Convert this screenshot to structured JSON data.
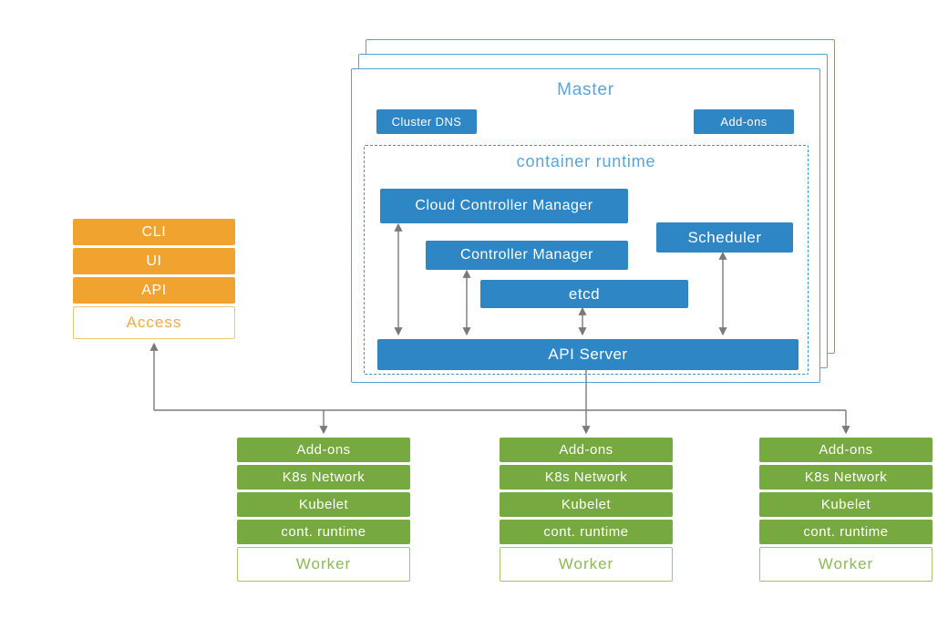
{
  "diagram": {
    "master": {
      "title": "Master",
      "cluster_dns_label": "Cluster DNS",
      "addons_label": "Add-ons",
      "container_runtime": {
        "title": "container runtime",
        "cloud_controller_manager": "Cloud Controller Manager",
        "controller_manager": "Controller Manager",
        "scheduler": "Scheduler",
        "etcd": "etcd",
        "api_server": "API Server"
      }
    },
    "access_stack": {
      "items": [
        "CLI",
        "UI",
        "API"
      ],
      "label": "Access"
    },
    "worker_stack": {
      "items": [
        "Add-ons",
        "K8s Network",
        "Kubelet",
        "cont. runtime"
      ],
      "label": "Worker"
    },
    "colors": {
      "component_blue": "#2e86c4",
      "master_border_blue": "#56a3d9",
      "title_blue": "#5ba4d9",
      "access_orange": "#f0a32f",
      "worker_green": "#76a940",
      "line_gray": "#7a7a7a"
    }
  }
}
